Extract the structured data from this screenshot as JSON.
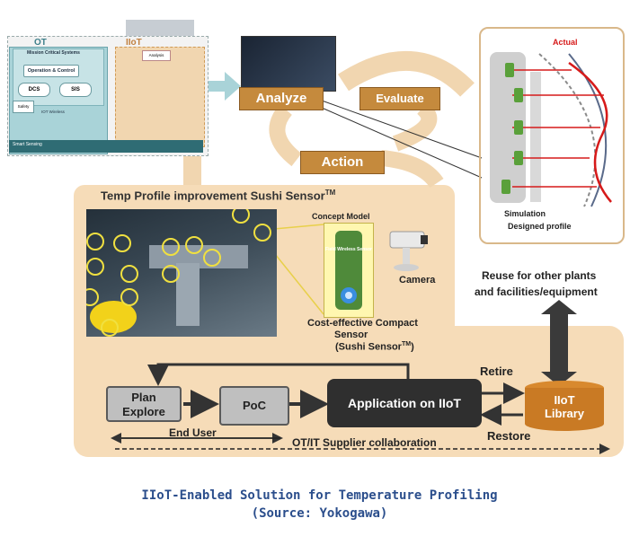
{
  "architecture": {
    "ot_label": "OT",
    "iiot_label": "IIoT",
    "mission_critical": "Mission Critical Systems",
    "operation_control": "Operation & Control",
    "dcs": "DCS",
    "sis": "SIS",
    "safety": "Safety",
    "iot_wireless": "IOT Wireless",
    "analysis": "Analysis",
    "smart_sensing": "Smart Sensing"
  },
  "cycle": {
    "analyze": "Analyze",
    "evaluate": "Evaluate",
    "action": "Action"
  },
  "simulation_panel": {
    "actual": "Actual",
    "simulation": "Simulation",
    "designed_profile": "Designed profile"
  },
  "sushi": {
    "title": "Temp Profile improvement Sushi Sensor",
    "title_tm": "TM",
    "concept_model": "Concept Model",
    "device_text": "Field Wireless Sensor",
    "camera": "Camera",
    "compact_line1": "Cost-effective Compact",
    "compact_line2": "Sensor",
    "compact_line3": "(Sushi Sensor",
    "compact_tm": "TM",
    "compact_close": ")"
  },
  "process": {
    "plan_line1": "Plan",
    "plan_line2": "Explore",
    "poc": "PoC",
    "application": "Application on IIoT",
    "library_line1": "IIoT",
    "library_line2": "Library",
    "retire": "Retire",
    "restore": "Restore",
    "end_user": "End User",
    "collaboration": "OT/IT Supplier collaboration",
    "reuse_line1": "Reuse for other plants",
    "reuse_line2": "and facilities/equipment"
  },
  "caption": {
    "line1": "IIoT-Enabled Solution for Temperature Profiling",
    "line2": "(Source: Yokogawa)"
  },
  "colors": {
    "cycle_label": "#c58a3d",
    "panel_bg": "#f6dcb8",
    "caption": "#2b4e8c",
    "actual_curve": "#d61a1a",
    "app_box": "#2f2f2f"
  }
}
